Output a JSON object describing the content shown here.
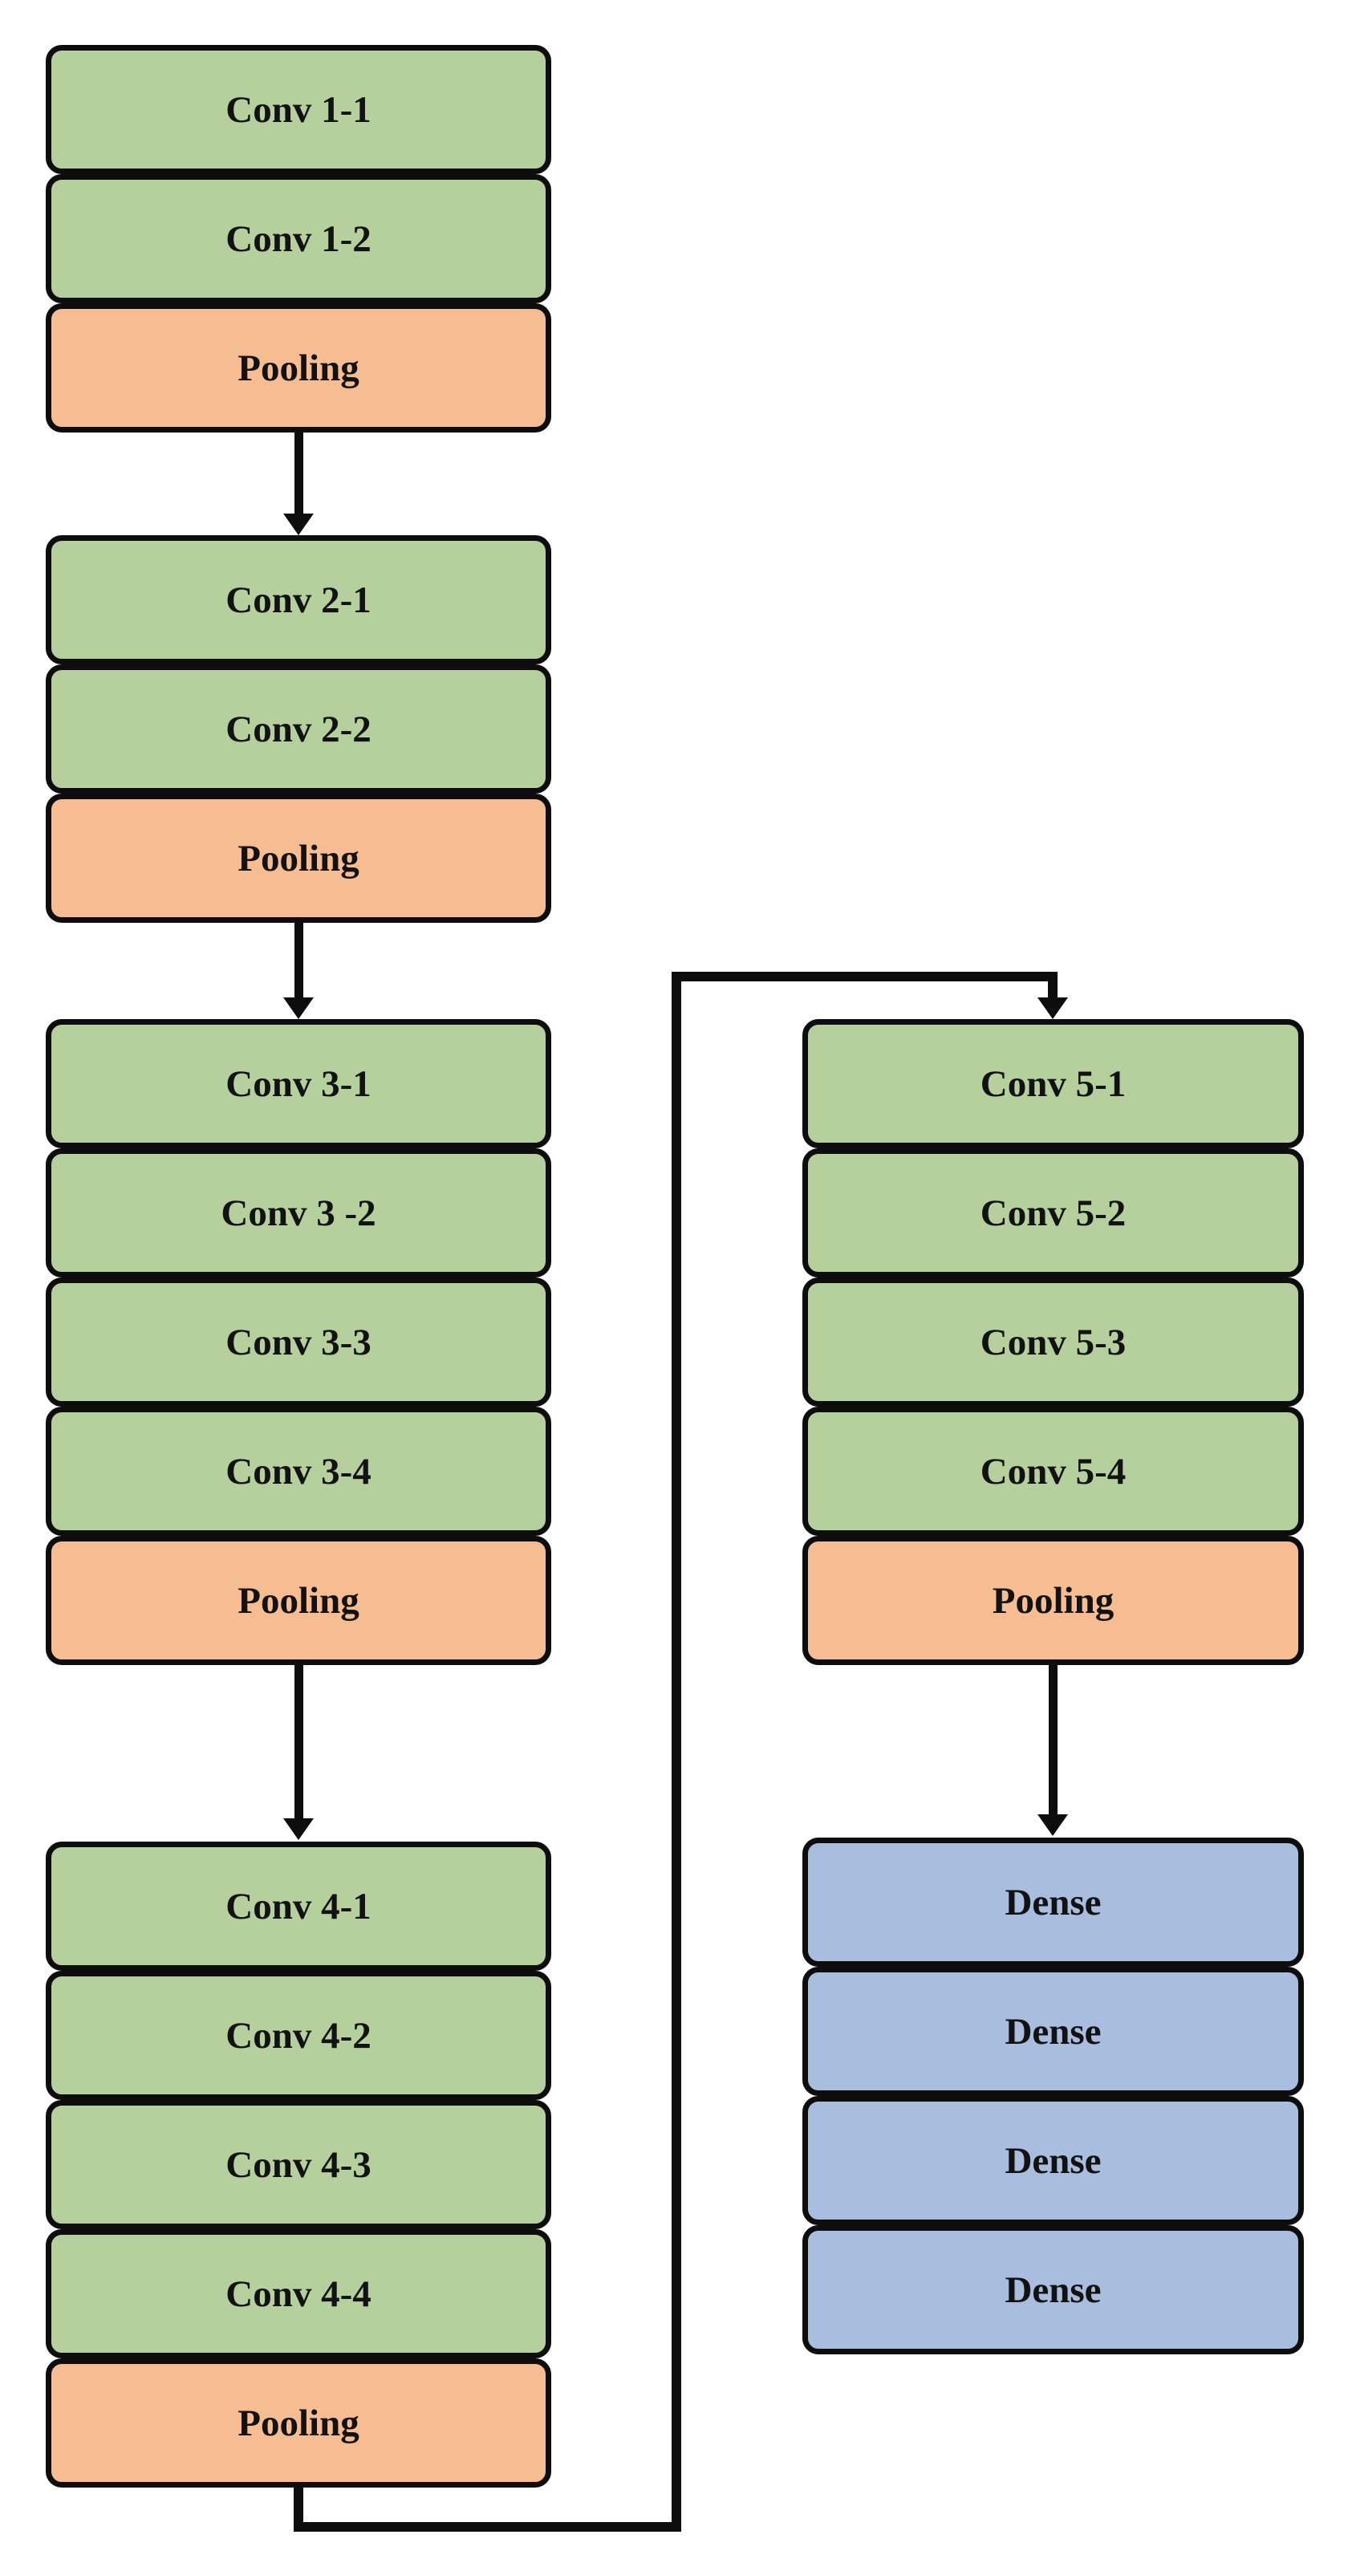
{
  "colors": {
    "conv_fill": "#b5d09d",
    "pooling_fill": "#f6bd92",
    "dense_fill": "#a9bedf",
    "line": "#0d0d0d",
    "text": "#121212",
    "background": "#ffffff"
  },
  "groups": [
    {
      "id": "block-1",
      "boxes": [
        {
          "label": "Conv 1-1",
          "type": "conv"
        },
        {
          "label": "Conv 1-2",
          "type": "conv"
        },
        {
          "label": "Pooling",
          "type": "pooling"
        }
      ]
    },
    {
      "id": "block-2",
      "boxes": [
        {
          "label": "Conv 2-1",
          "type": "conv"
        },
        {
          "label": "Conv 2-2",
          "type": "conv"
        },
        {
          "label": "Pooling",
          "type": "pooling"
        }
      ]
    },
    {
      "id": "block-3",
      "boxes": [
        {
          "label": "Conv 3-1",
          "type": "conv"
        },
        {
          "label": "Conv 3 -2",
          "type": "conv"
        },
        {
          "label": "Conv 3-3",
          "type": "conv"
        },
        {
          "label": "Conv 3-4",
          "type": "conv"
        },
        {
          "label": "Pooling",
          "type": "pooling"
        }
      ]
    },
    {
      "id": "block-4",
      "boxes": [
        {
          "label": "Conv 4-1",
          "type": "conv"
        },
        {
          "label": "Conv 4-2",
          "type": "conv"
        },
        {
          "label": "Conv 4-3",
          "type": "conv"
        },
        {
          "label": "Conv 4-4",
          "type": "conv"
        },
        {
          "label": "Pooling",
          "type": "pooling"
        }
      ]
    },
    {
      "id": "block-5",
      "boxes": [
        {
          "label": "Conv 5-1",
          "type": "conv"
        },
        {
          "label": "Conv 5-2",
          "type": "conv"
        },
        {
          "label": "Conv 5-3",
          "type": "conv"
        },
        {
          "label": "Conv 5-4",
          "type": "conv"
        },
        {
          "label": "Pooling",
          "type": "pooling"
        }
      ]
    },
    {
      "id": "dense-stack",
      "boxes": [
        {
          "label": "Dense",
          "type": "dense"
        },
        {
          "label": "Dense",
          "type": "dense"
        },
        {
          "label": "Dense",
          "type": "dense"
        },
        {
          "label": "Dense",
          "type": "dense"
        }
      ]
    }
  ]
}
